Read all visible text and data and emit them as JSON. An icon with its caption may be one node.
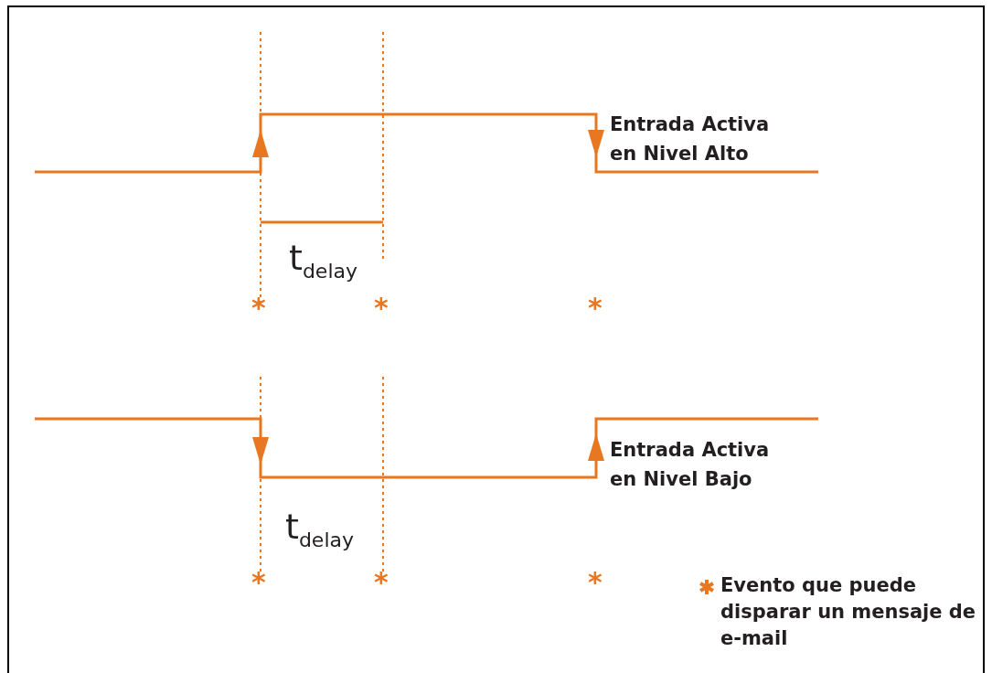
{
  "diagram": {
    "labels": [
      "Entrada Activa en Nivel Alto",
      "t$_{delay}$",
      "*",
      "*",
      "*",
      "Entrada Activa en Nivel Bajo",
      "t$_{delay}$",
      "*",
      "*",
      "*"
    ],
    "legend": [
      {
        "text": "Evento que puede disparar un mensaje de e-mail"
      }
    ]
  }
}
